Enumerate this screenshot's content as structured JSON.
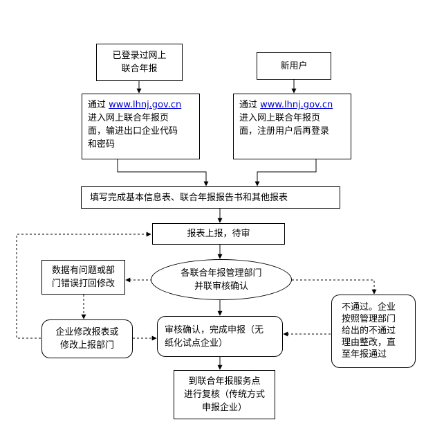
{
  "nodes": {
    "logged_in": [
      "已登录过网上",
      "联合年报"
    ],
    "new_user": [
      "新用户"
    ],
    "left_access": {
      "prefix": "通过 ",
      "url": "www.lhnj.gov.cn",
      "lines": [
        "进入网上联合年报页",
        "面，输进出口企业代码",
        "和密码"
      ]
    },
    "right_access": {
      "prefix": "通过 ",
      "url": "www.lhnj.gov.cn",
      "lines": [
        "进入网上联合年报页",
        "面，注册用户后再登录"
      ]
    },
    "fill_forms": [
      "填写完成基本信息表、联合年报报告书和其他报表"
    ],
    "submit": [
      "报表上报，待审"
    ],
    "review": [
      "各联合年报管理部门",
      "并联审核确认"
    ],
    "data_error": [
      "数据有问题或部",
      "门错误打回修改"
    ],
    "modify": [
      "企业修改报表或",
      "修改上报部门"
    ],
    "confirm": [
      "审核确认，完成申报（无",
      "纸化试点企业）"
    ],
    "reject": [
      "不通过。企业",
      "按照管理部门",
      "给出的不通过",
      "理由整改，直",
      "至年报通过"
    ],
    "recheck": [
      "到联合年报服务点",
      "进行复核（传统方式",
      "申报企业）"
    ]
  }
}
